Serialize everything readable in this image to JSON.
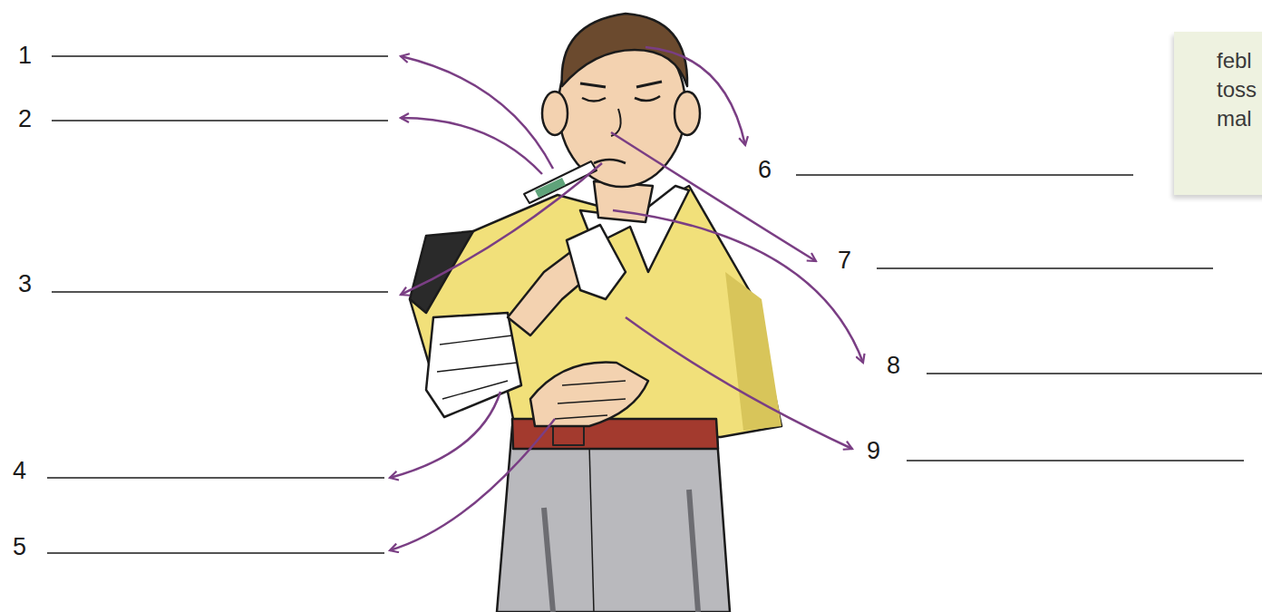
{
  "diagram": {
    "nodes": [
      {
        "text": [
          "febl",
          "toss",
          "mal"
        ]
      }
    ],
    "labels": [
      "1",
      "2",
      "3",
      "4",
      "5",
      "6",
      "7",
      "8",
      "9"
    ]
  }
}
